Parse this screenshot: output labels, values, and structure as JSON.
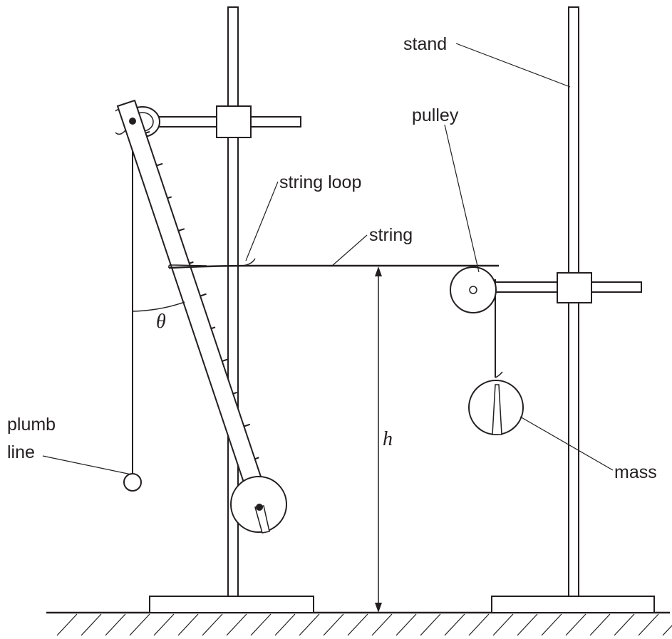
{
  "labels": {
    "stand": "stand",
    "pulley": "pulley",
    "string_loop": "string loop",
    "string": "string",
    "plumb_line_1": "plumb",
    "plumb_line_2": "line",
    "mass": "mass",
    "theta": "θ",
    "height": "h"
  },
  "colors": {
    "line": "#231f20",
    "fill": "#ffffff"
  }
}
